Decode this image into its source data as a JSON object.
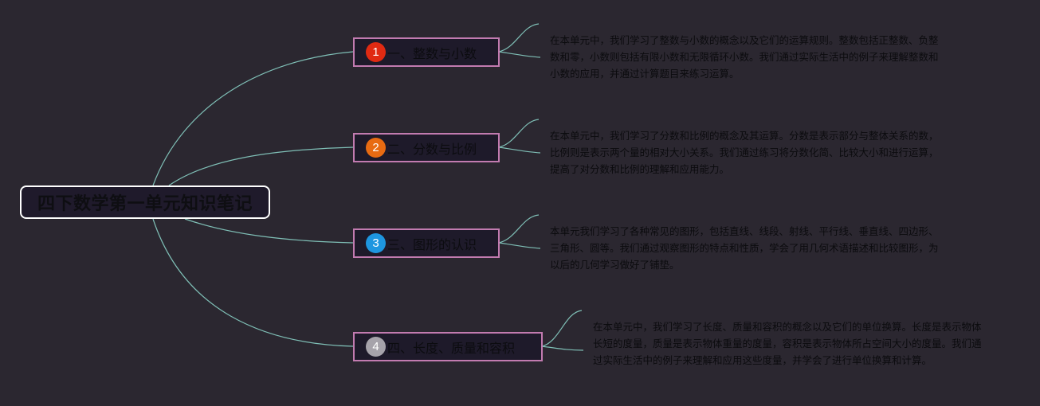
{
  "root": {
    "title": "四下数学第一单元知识笔记"
  },
  "colors": {
    "background": "#2b2730",
    "connector": "#7fbfb6",
    "topic_border": "#c27bb0",
    "root_border": "#ffffff"
  },
  "topics": [
    {
      "number": "1",
      "badge_color": "#e02a12",
      "label": "一、整数与小数",
      "note": "在本单元中，我们学习了整数与小数的概念以及它们的运算规则。整数包括正整数、负整数和零，小数则包括有限小数和无限循环小数。我们通过实际生活中的例子来理解整数和小数的应用，并通过计算题目来练习运算。"
    },
    {
      "number": "2",
      "badge_color": "#e86b12",
      "label": "二、分数与比例",
      "note": "在本单元中，我们学习了分数和比例的概念及其运算。分数是表示部分与整体关系的数，比例则是表示两个量的相对大小关系。我们通过练习将分数化简、比较大小和进行运算，提高了对分数和比例的理解和应用能力。"
    },
    {
      "number": "3",
      "badge_color": "#1e96e0",
      "label": "三、图形的认识",
      "note": "本单元我们学习了各种常见的图形，包括直线、线段、射线、平行线、垂直线、四边形、三角形、圆等。我们通过观察图形的特点和性质，学会了用几何术语描述和比较图形，为以后的几何学习做好了铺垫。"
    },
    {
      "number": "4",
      "badge_color": "#a6a3aa",
      "label": "四、长度、质量和容积",
      "note": "在本单元中，我们学习了长度、质量和容积的概念以及它们的单位换算。长度是表示物体长短的度量，质量是表示物体重量的度量，容积是表示物体所占空间大小的度量。我们通过实际生活中的例子来理解和应用这些度量，并学会了进行单位换算和计算。"
    }
  ]
}
